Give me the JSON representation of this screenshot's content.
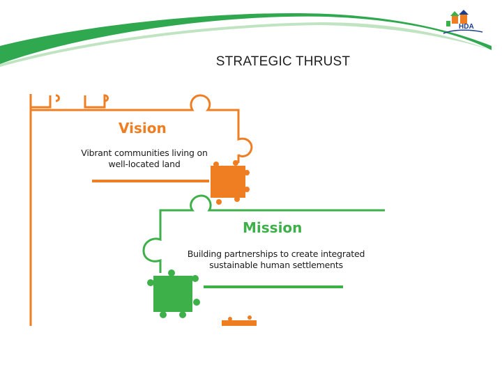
{
  "slide": {
    "title": "STRATEGIC THRUST"
  },
  "logo": {
    "text": "HDA",
    "icon": "house-logo-icon"
  },
  "vision": {
    "heading": "Vision",
    "line1": "Vibrant communities living on",
    "line2": "well-located land"
  },
  "mission": {
    "heading": "Mission",
    "line1": "Building partnerships to create integrated",
    "line2": "sustainable human settlements"
  },
  "colors": {
    "orange": "#ef7d22",
    "green": "#3eb049",
    "swoosh": "#2fa84f",
    "logo_blue": "#1b3e8f"
  }
}
